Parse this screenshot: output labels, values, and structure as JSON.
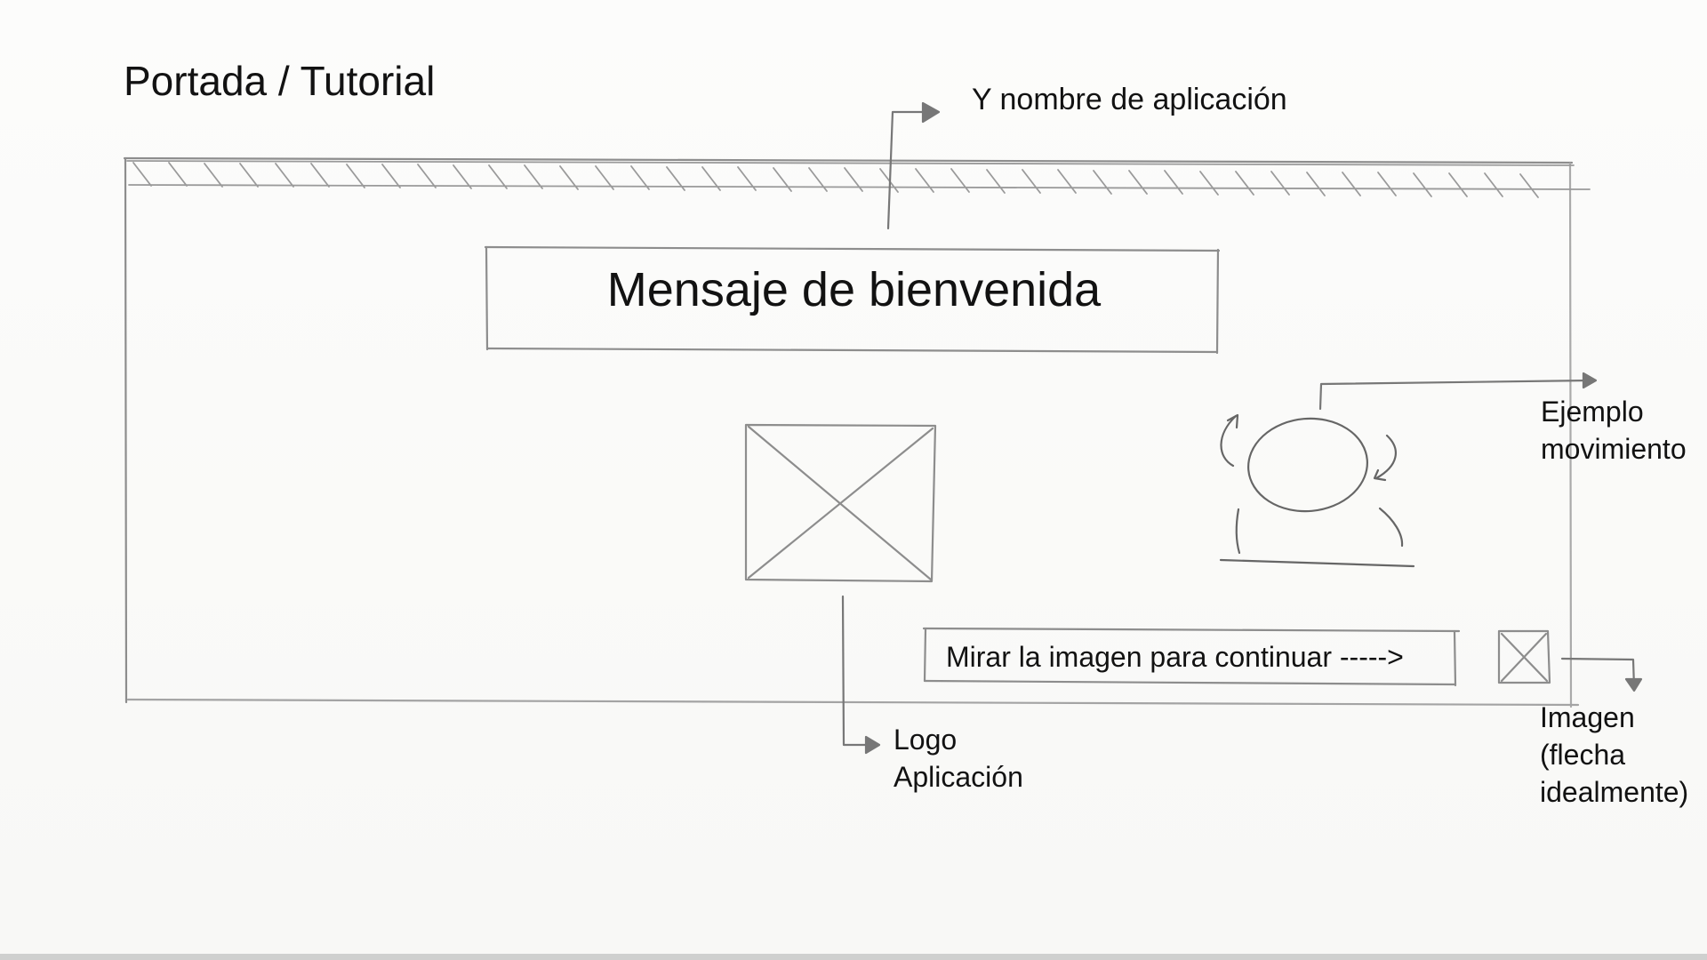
{
  "sketch": {
    "page_title": "Portada / Tutorial",
    "annotations": {
      "app_name": "Y nombre de aplicación",
      "movement_example": [
        "Ejemplo",
        "movimiento"
      ],
      "app_logo": [
        "Logo",
        "Aplicación"
      ],
      "image_arrow": [
        "Imagen",
        "(flecha",
        "idealmente)"
      ]
    },
    "screen": {
      "welcome_message": "Mensaje de bienvenida",
      "continue_prompt": "Mirar la imagen para continuar  ----->"
    }
  }
}
